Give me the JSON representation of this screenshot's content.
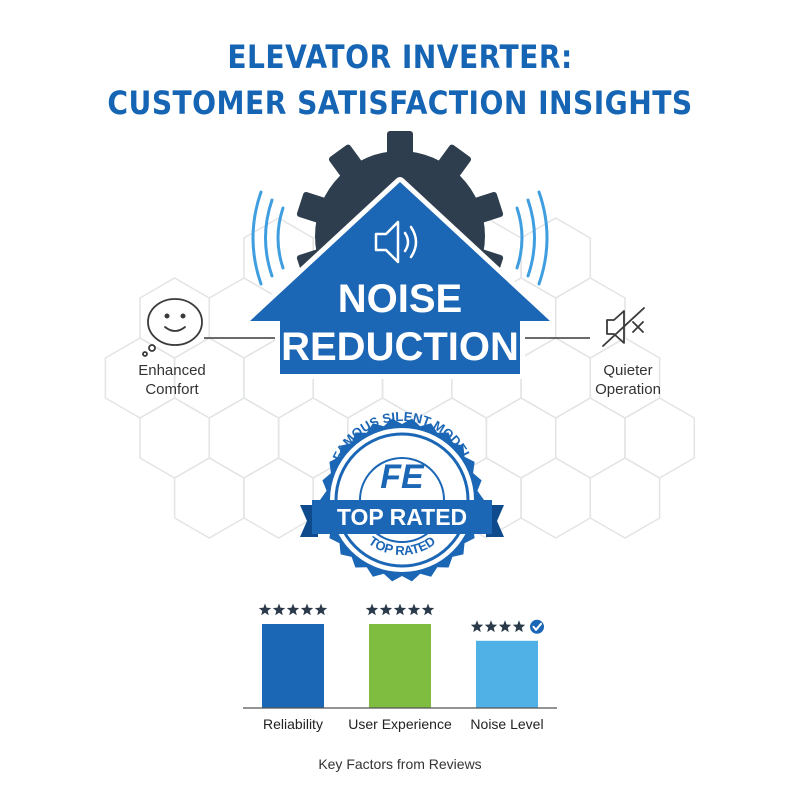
{
  "header": {
    "title_line1": "ELEVATOR INVERTER:",
    "title_line2": "CUSTOMER SATISFACTION INSIGHTS"
  },
  "hero": {
    "line1": "NOISE",
    "line2": "REDUCTION",
    "icon": "speaker-sound-icon"
  },
  "left_callout": {
    "line1": "Enhanced",
    "line2": "Comfort",
    "icon": "smile-chat-icon"
  },
  "right_callout": {
    "line1": "Quieter",
    "line2": "Operation",
    "icon": "speaker-muted-icon"
  },
  "badge": {
    "top_arc_text": "FAMOUS SILENT MODEL",
    "monogram": "FE",
    "ribbon_text": "TOP RATED",
    "bottom_arc_text": "TOP RATED"
  },
  "chart_data": {
    "type": "bar",
    "categories": [
      "Reliability",
      "User Experience",
      "Noise Level"
    ],
    "values": [
      5,
      5,
      4
    ],
    "ylim": [
      0,
      5
    ],
    "star_ratings": [
      5,
      5,
      4
    ],
    "verified_badge": [
      false,
      false,
      true
    ],
    "colors": [
      "#1b66b5",
      "#7ebd3f",
      "#4fb1e5"
    ],
    "caption": "Key Factors from Reviews",
    "grid": false,
    "legend": "none"
  },
  "colors": {
    "primary_blue": "#1b66b5",
    "gear_dark": "#2f3e4e",
    "star_dark": "#2b3a4a",
    "green": "#7ebd3f",
    "light_blue": "#4fb1e5"
  }
}
